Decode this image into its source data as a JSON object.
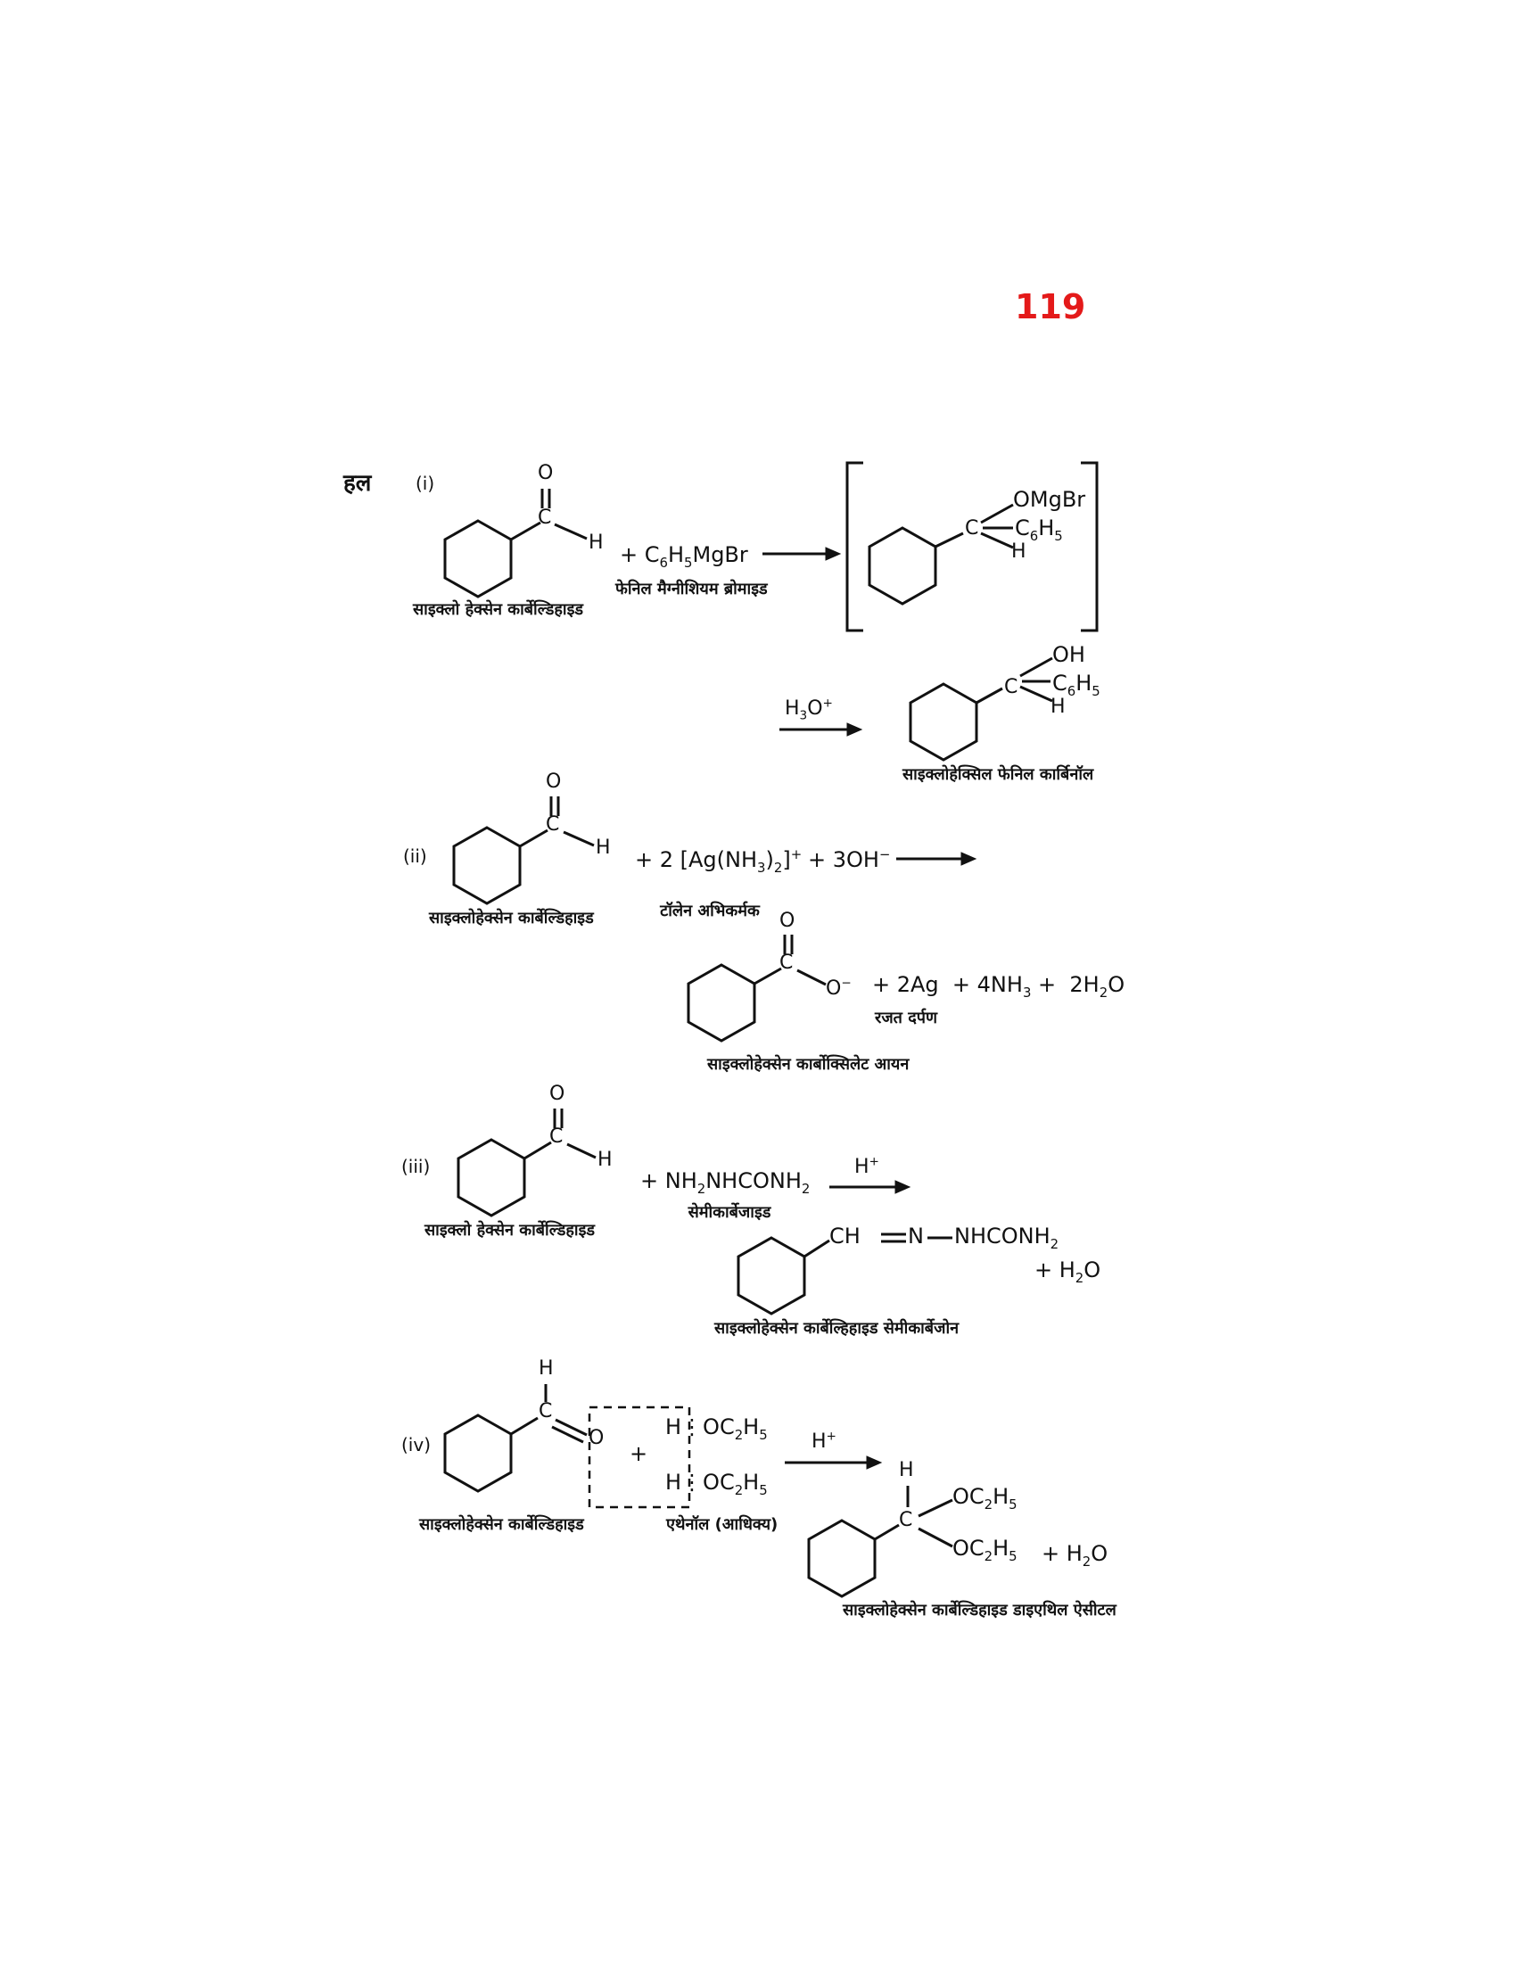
{
  "page_number": "119",
  "heading": "हल",
  "labels": {
    "cyclohexane_carbaldehyde_spaced": "साइक्लो हेक्सेन कार्बेल्डिहाइड",
    "cyclohexane_carbaldehyde": "साइक्लोहेक्सेन कार्बेल्डिहाइड",
    "phenyl_magnesium_bromide": "फेनिल मैग्नीशियम ब्रोमाइड",
    "cyclohexyl_phenyl_carbinol": "साइक्लोहेक्सिल फेनिल कार्बिनॉल",
    "tollens_reagent": "टॉलेन अभिकर्मक",
    "silver_mirror": "रजत दर्पण",
    "cyclohexane_carboxylate_ion": "साइक्लोहेक्सेन कार्बोक्सिलेट आयन",
    "semicarbazide": "सेमीकार्बेजाइड",
    "semicarbazone": "साइक्लोहेक्सेन कार्बेल्हिहाइड सेमीकार्बेजोन",
    "ethanol_excess": "एथेनॉल (आधिक्य)",
    "diethyl_acetal": "साइक्लोहेक्सेन कार्बेल्डिहाइड डाइएथिल ऐसीटल"
  },
  "reactions": [
    {
      "roman": "(i)"
    },
    {
      "roman": "(ii)"
    },
    {
      "roman": "(iii)"
    },
    {
      "roman": "(iv)"
    }
  ]
}
